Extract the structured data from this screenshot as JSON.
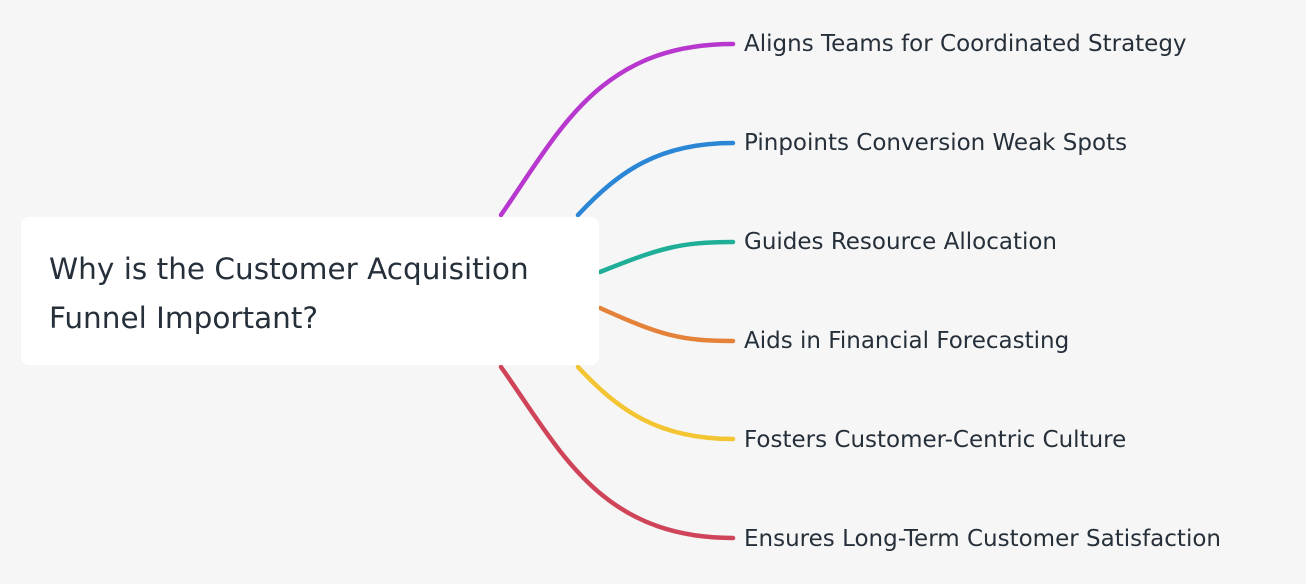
{
  "central": {
    "line1": "Why is the Customer Acquisition",
    "line2": "Funnel Important?"
  },
  "branches": [
    {
      "label": "Aligns Teams for Coordinated Strategy",
      "color": "#b837cf"
    },
    {
      "label": "Pinpoints Conversion Weak Spots",
      "color": "#2c86d6"
    },
    {
      "label": "Guides Resource Allocation",
      "color": "#1fae98"
    },
    {
      "label": "Aids in Financial Forecasting",
      "color": "#e5823a"
    },
    {
      "label": "Fosters Customer-Centric Culture",
      "color": "#f3c533"
    },
    {
      "label": "Ensures Long-Term Customer Satisfaction",
      "color": "#cf4459"
    }
  ]
}
